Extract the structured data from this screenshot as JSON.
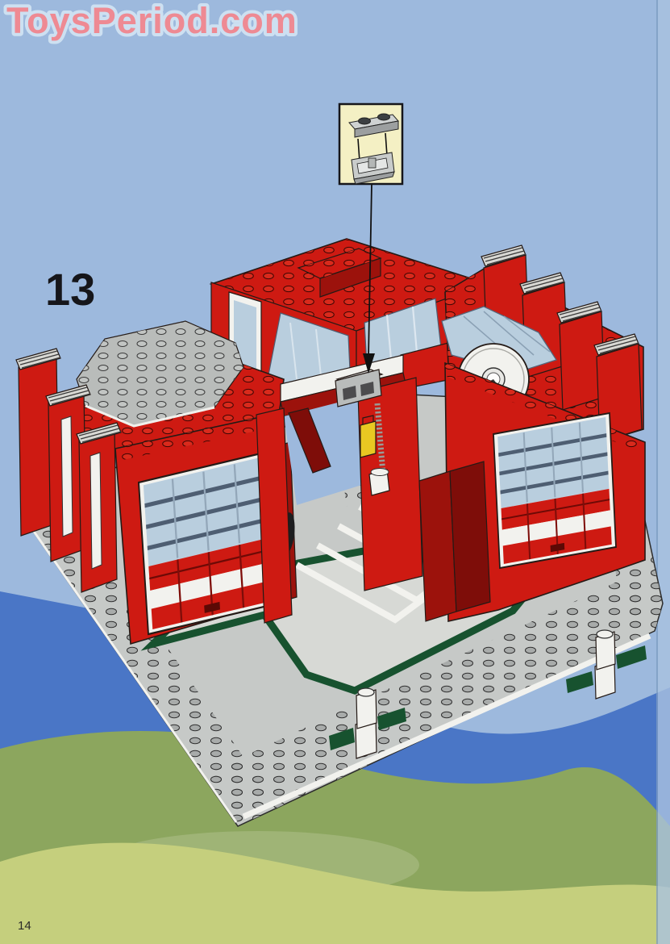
{
  "page": {
    "watermark": "ToysPeriod.com",
    "step_number": "13",
    "page_number": "14"
  },
  "illustration": {
    "subject": "lego-fire-station-assembly-step",
    "callout_icon": "new-parts-callout",
    "arrow_icon": "placement-arrow-down"
  },
  "colors": {
    "sky": "#9db9dd",
    "water": "#4a76c6",
    "hill_olive": "#8ca65e",
    "hill_light": "#c5cf7d",
    "hill_sage": "#aebf8a",
    "plate_gray": "#c6c9c7",
    "courtyard_gray": "#d7d9d5",
    "stud_gray": "#a8abaa",
    "stripe_green": "#17522f",
    "brick_red": "#ce1a12",
    "brick_red_dark": "#9c120c",
    "brick_red_deep": "#7e0d09",
    "glass_blue": "#b9cede",
    "glass_frame": "#4e5e72",
    "white_piece": "#f2f2ee",
    "grille_gray": "#d8d8d3",
    "speaker_gray": "#b9bcbb",
    "fire_yellow": "#e8c822",
    "callout_bg": "#f4f0c4",
    "ink": "#16161a",
    "watermark_pink": "#ee8a93",
    "watermark_halo": "#cde0f1"
  }
}
